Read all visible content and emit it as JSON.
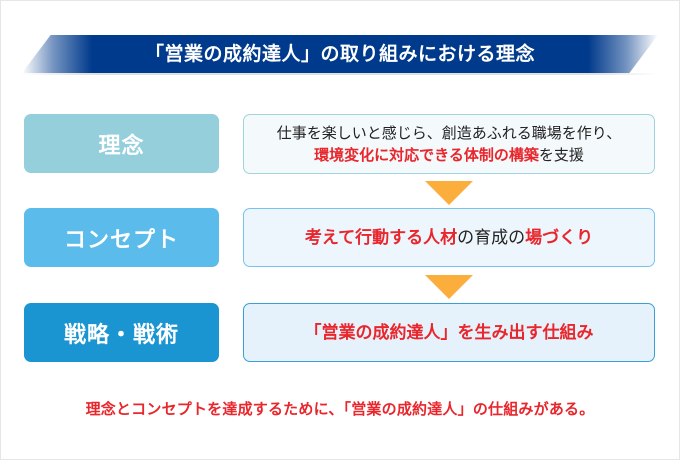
{
  "title": "「営業の成約達人」の取り組みにおける理念",
  "colors": {
    "banner": "#003a8c",
    "label_rinen": "#94cfdb",
    "label_concept": "#5bbcec",
    "label_strategy": "#1b95d1",
    "accent_red": "#e8262c",
    "arrow": "#fbae3c"
  },
  "rows": [
    {
      "label": "理念",
      "content": {
        "line1": "仕事を楽しいと感じら、創造あふれる職場を作り、",
        "line2_red": "環境変化に対応できる体制の構築",
        "line2_rest": "を支援"
      }
    },
    {
      "label": "コンセプト",
      "content": {
        "part1_red": "考えて行動する人材",
        "part2": "の育成の",
        "part3_red": "場づくり"
      }
    },
    {
      "label": "戦略・戦術",
      "content": {
        "text_red": "「営業の成約達人」を生み出す仕組み"
      }
    }
  ],
  "arrows": [
    {
      "icon": "down-triangle-arrow"
    },
    {
      "icon": "down-triangle-arrow"
    }
  ],
  "summary": "理念とコンセプトを達成するために、「営業の成約達人」の仕組みがある。"
}
